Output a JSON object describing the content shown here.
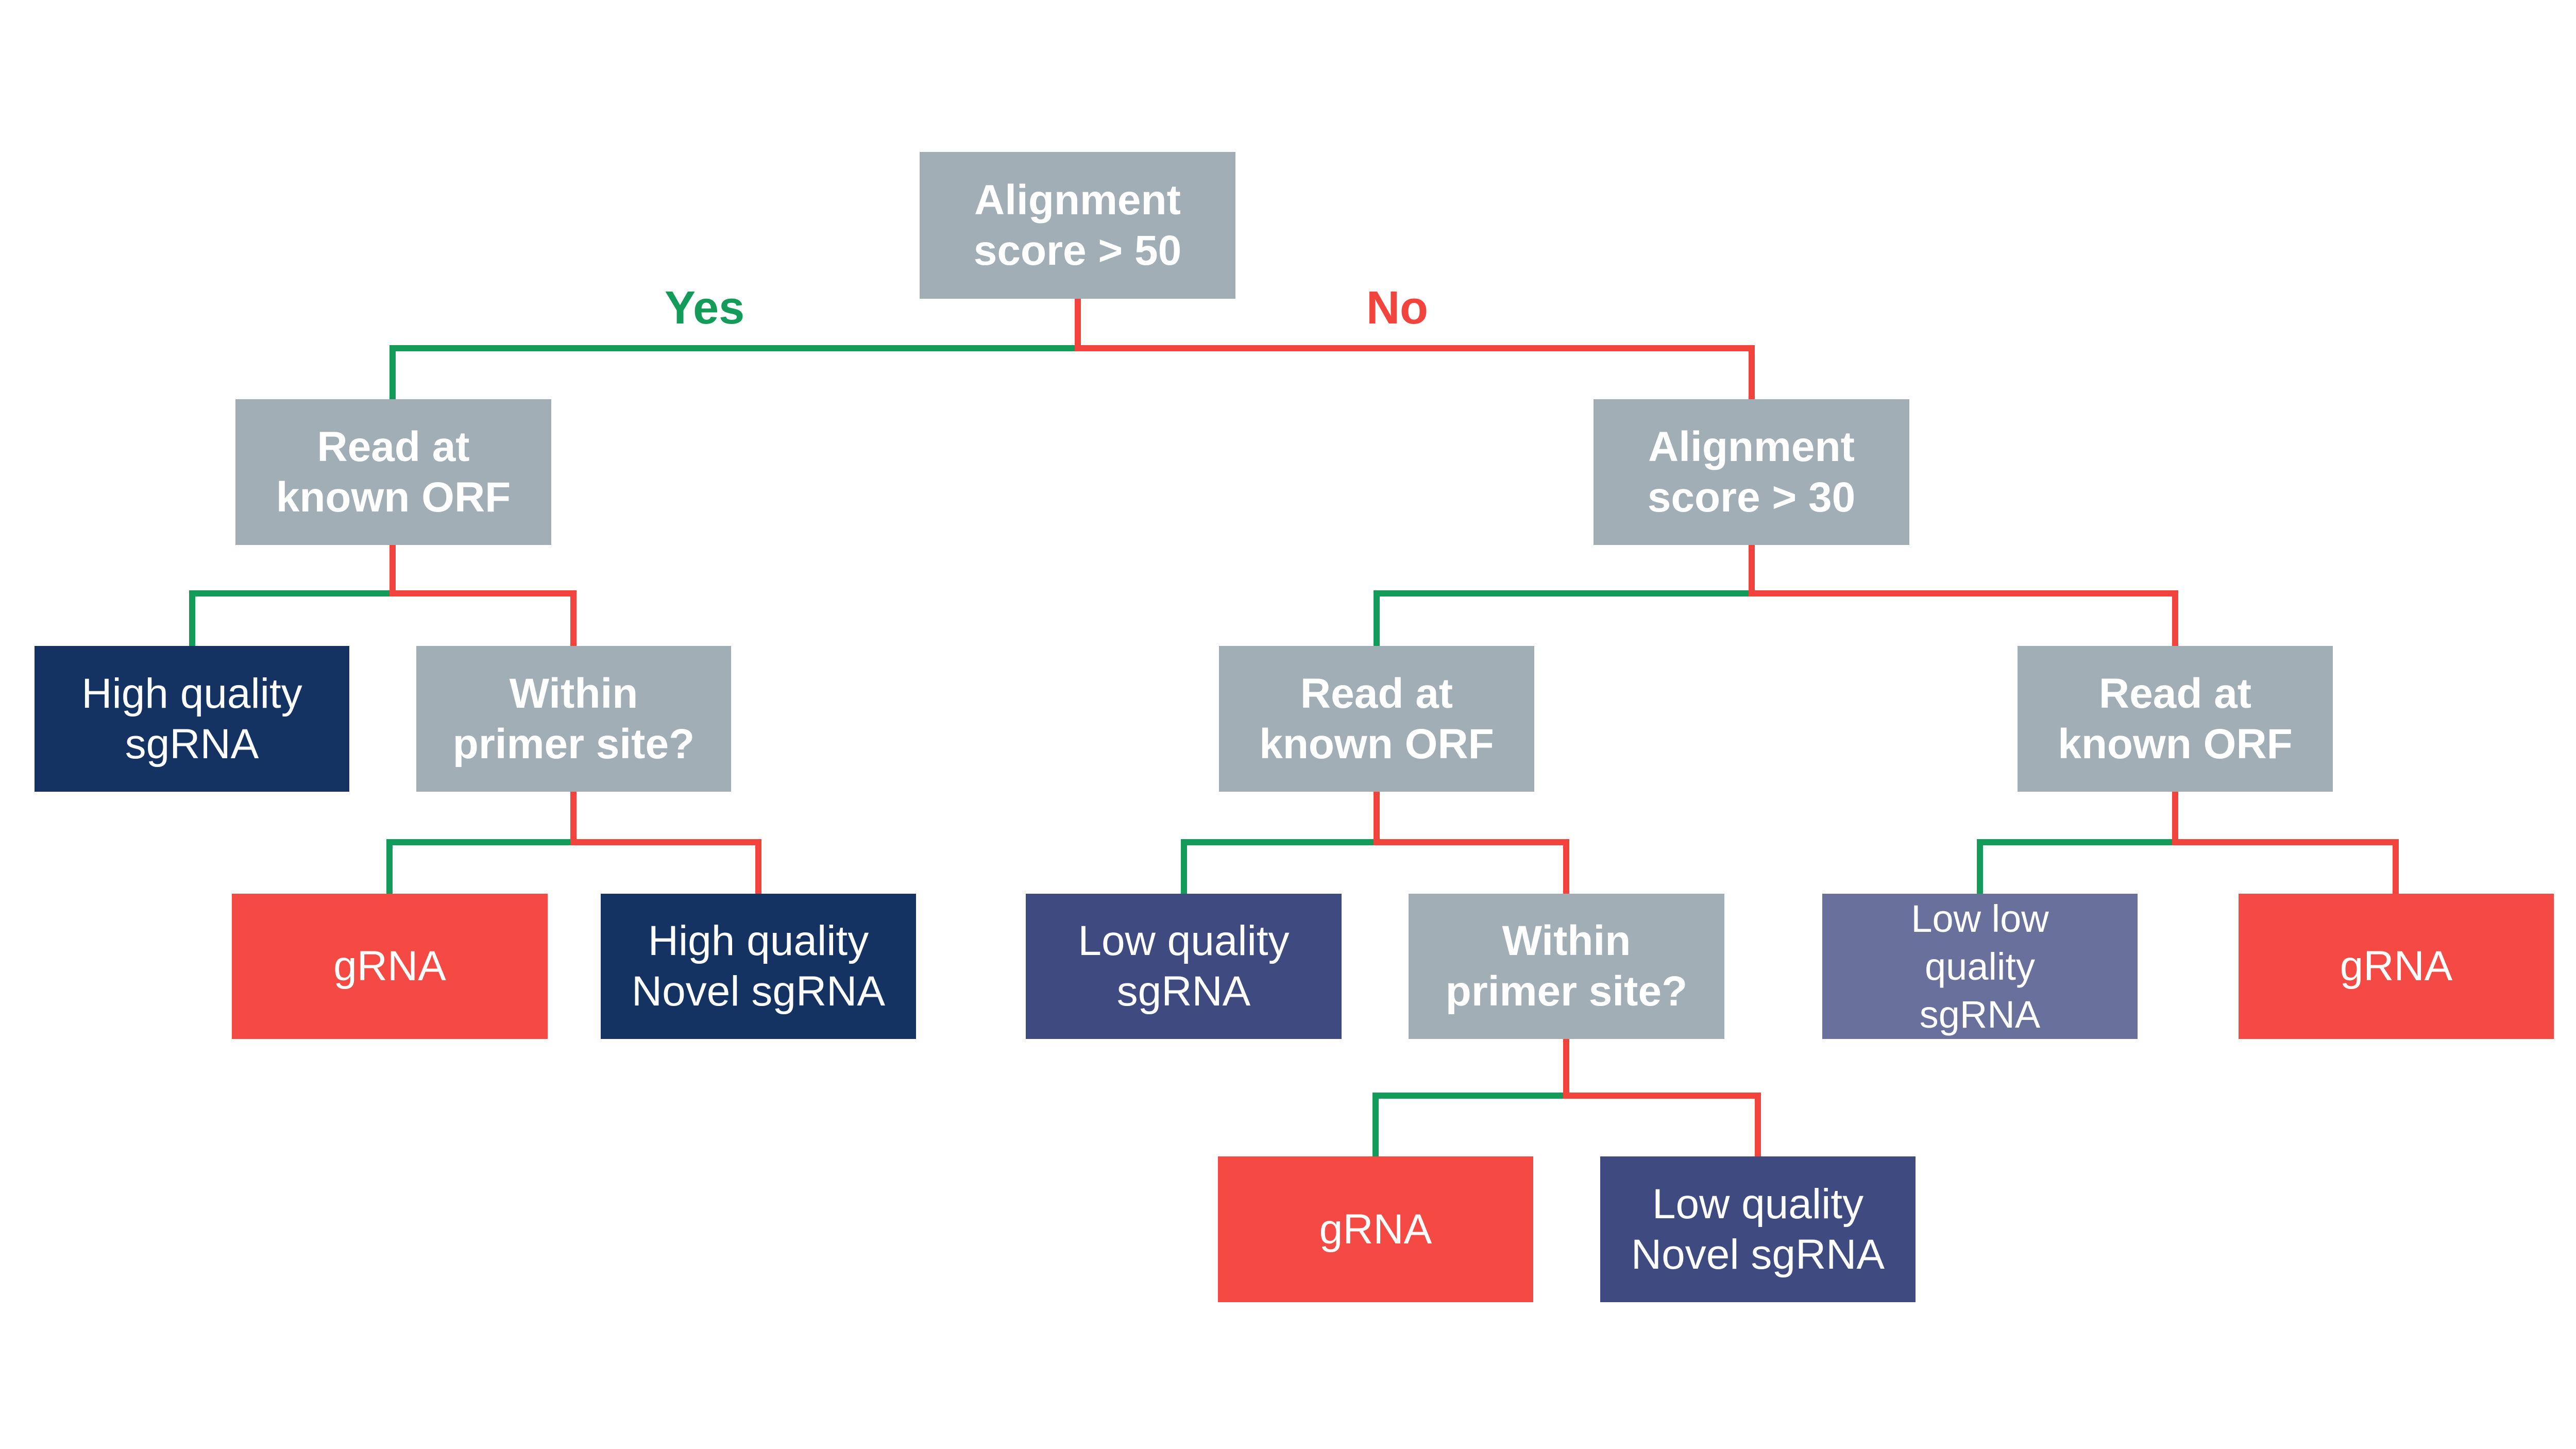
{
  "colors": {
    "decision": "#a1aeb6",
    "high_quality": "#143363",
    "low_quality": "#3f4b80",
    "low_low_quality": "#69709c",
    "grna": "#f44a43",
    "yes_branch": "#139b5a",
    "no_branch": "#f2443d"
  },
  "branch_labels": {
    "yes": "Yes",
    "no": "No"
  },
  "nodes": {
    "root": {
      "line1": "Alignment",
      "line2": "score > 50"
    },
    "left_orf": {
      "line1": "Read at",
      "line2": "known ORF"
    },
    "right_score": {
      "line1": "Alignment",
      "line2": "score > 30"
    },
    "left_hq": {
      "line1": "High quality",
      "line2": "sgRNA"
    },
    "left_primer": {
      "line1": "Within",
      "line2": "primer site?"
    },
    "mid_orf": {
      "line1": "Read at",
      "line2": "known ORF"
    },
    "right_orf": {
      "line1": "Read at",
      "line2": "known ORF"
    },
    "left_grna": {
      "line1": "gRNA"
    },
    "left_hq_novel": {
      "line1": "High quality",
      "line2": "Novel sgRNA"
    },
    "mid_lq": {
      "line1": "Low quality",
      "line2": "sgRNA"
    },
    "mid_primer": {
      "line1": "Within",
      "line2": "primer site?"
    },
    "right_llq": {
      "line1": "Low low",
      "line2": "quality",
      "line3": "sgRNA"
    },
    "right_grna": {
      "line1": "gRNA"
    },
    "bottom_grna": {
      "line1": "gRNA"
    },
    "bottom_lq_novel": {
      "line1": "Low quality",
      "line2": "Novel sgRNA"
    }
  }
}
